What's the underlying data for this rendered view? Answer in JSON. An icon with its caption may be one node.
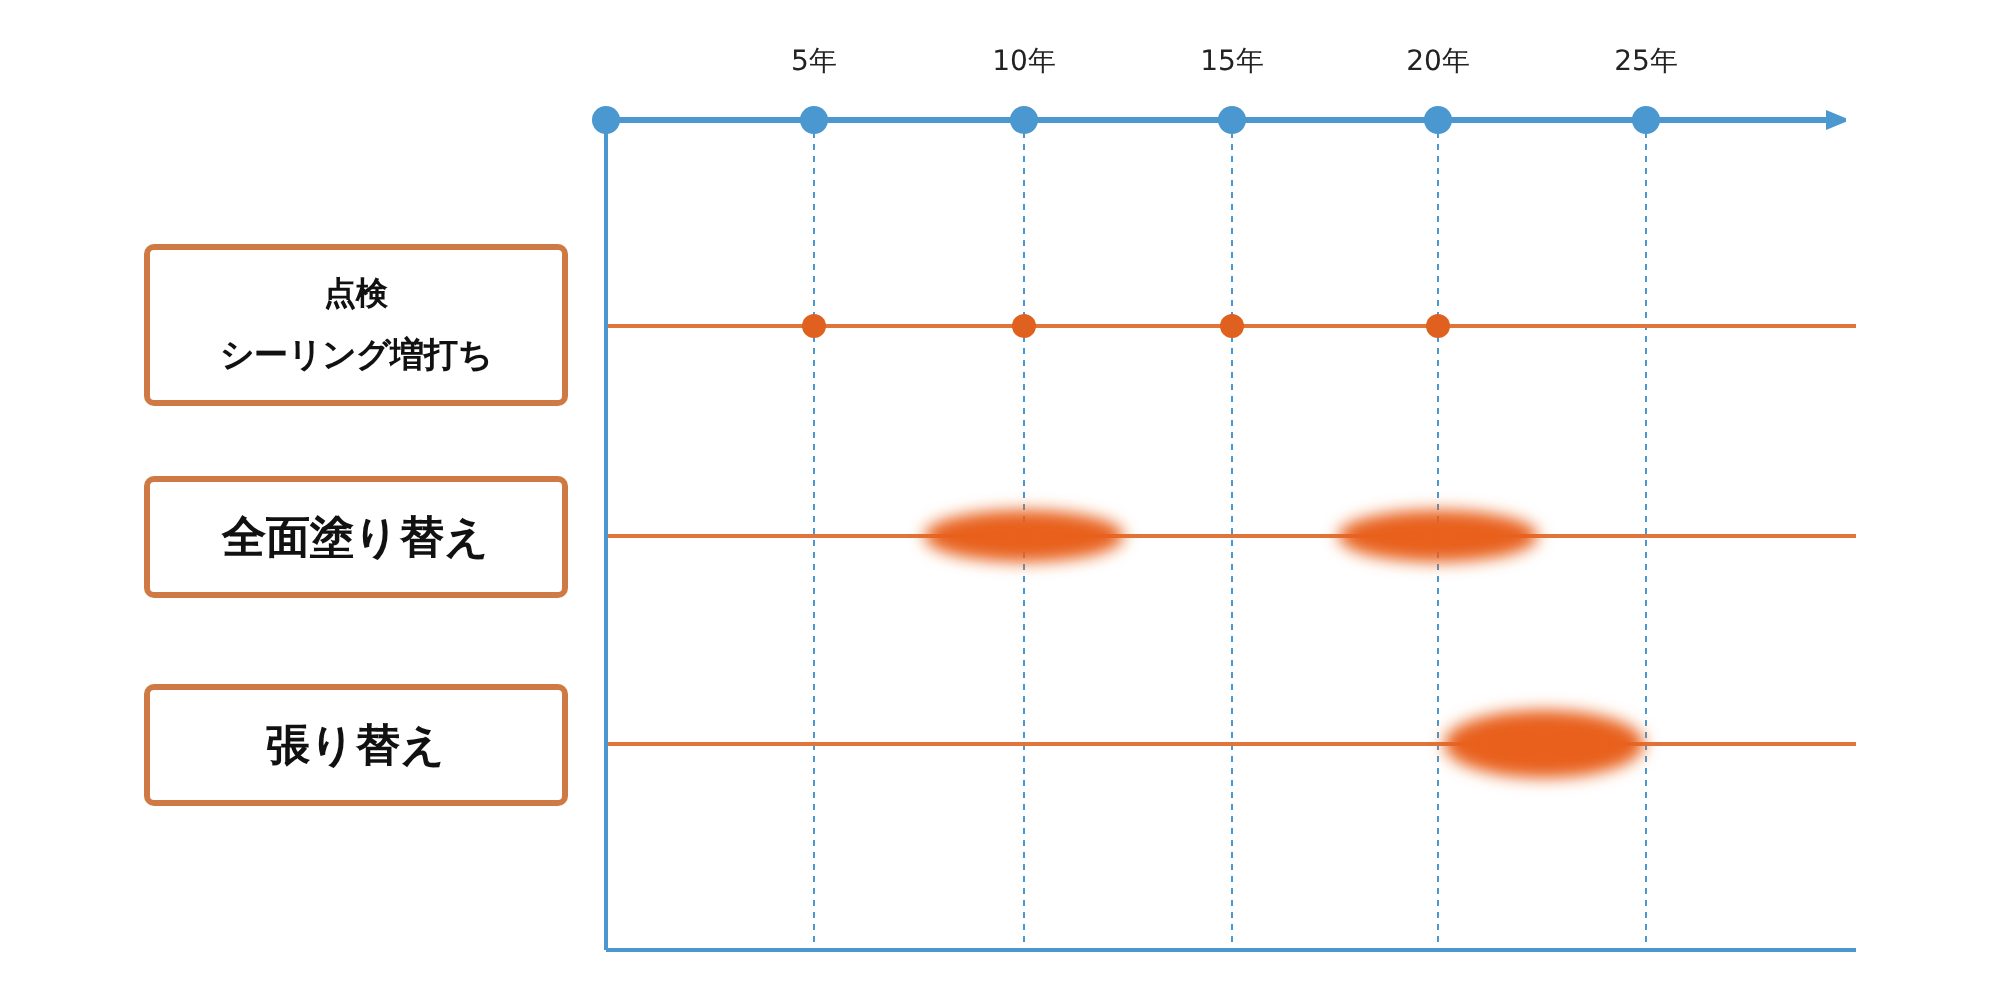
{
  "diagram": {
    "nodes": [
      {
        "text": [
          "点検",
          "シーリング増打ち"
        ]
      },
      {
        "text": [
          "全面塗り替え"
        ]
      },
      {
        "text": [
          "張り替え"
        ]
      }
    ],
    "labels": [
      "5年",
      "10年",
      "15年",
      "20年",
      "25年"
    ]
  }
}
